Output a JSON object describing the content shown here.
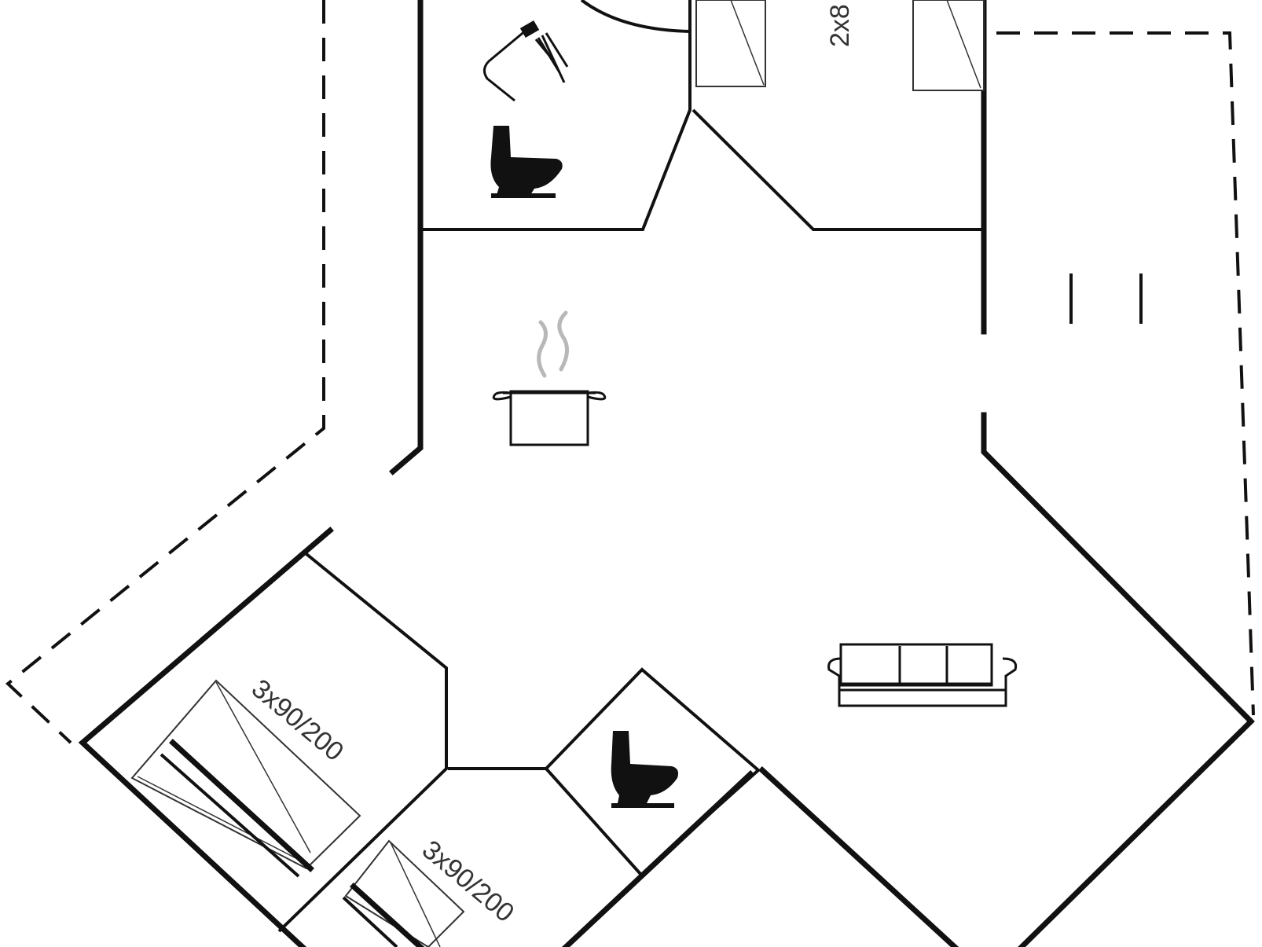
{
  "labels": {
    "bed_top": "2x8",
    "bed_left": "3x90/200",
    "bed_bottom": "3x90/200"
  },
  "icons": [
    "shower-icon",
    "toilet-icon",
    "cooking-pot-icon",
    "sofa-icon",
    "toilet-icon"
  ],
  "colors": {
    "walls": "#111111",
    "steam": "#b8b8b8"
  }
}
